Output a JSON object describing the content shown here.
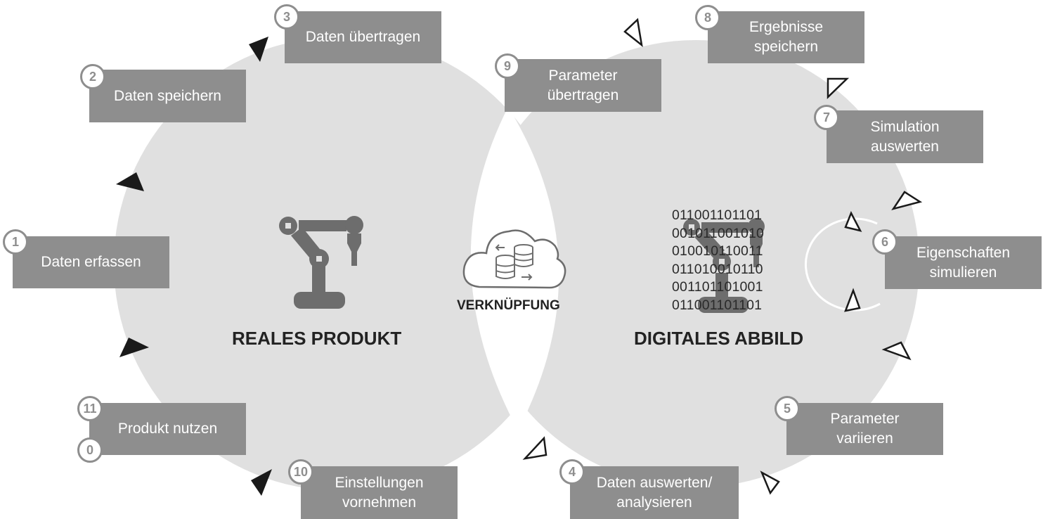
{
  "colors": {
    "circle_fill": "#e0e0e0",
    "box_fill": "#8e8e8e",
    "box_text": "#ffffff",
    "badge_border": "#8e8e8e",
    "icon_fill": "#6d6d6d",
    "arrow_dark": "#1a1a1a"
  },
  "left_title": "REALES PRODUKT",
  "right_title": "DIGITALES ABBILD",
  "center_title": "VERKNÜPFUNG",
  "binary_lines": [
    "011001101101",
    "001011001010",
    "010010110011",
    "011010010110",
    "001101101001",
    "011001101101"
  ],
  "icons": {
    "real": "robot-arm-icon",
    "digital": "digital-robot-arm-icon",
    "center": "cloud-database-sync-icon"
  },
  "steps": [
    {
      "label": "Daten erfassen",
      "badge": "1"
    },
    {
      "label": "Daten speichern",
      "badge": "2"
    },
    {
      "label": "Daten übertragen",
      "badge": "3"
    },
    {
      "label": "Daten auswerten/\nanalysieren",
      "badge": "4"
    },
    {
      "label": "Parameter\nvariieren",
      "badge": "5"
    },
    {
      "label": "Eigenschaften\nsimulieren",
      "badge": "6"
    },
    {
      "label": "Simulation\nauswerten",
      "badge": "7"
    },
    {
      "label": "Ergebnisse\nspeichern",
      "badge": "8"
    },
    {
      "label": "Parameter\nübertragen",
      "badge": "9"
    },
    {
      "label": "Einstellungen\nvornehmen",
      "badge": "10"
    },
    {
      "label": "Produkt nutzen",
      "badges": [
        "11",
        "0"
      ]
    }
  ]
}
